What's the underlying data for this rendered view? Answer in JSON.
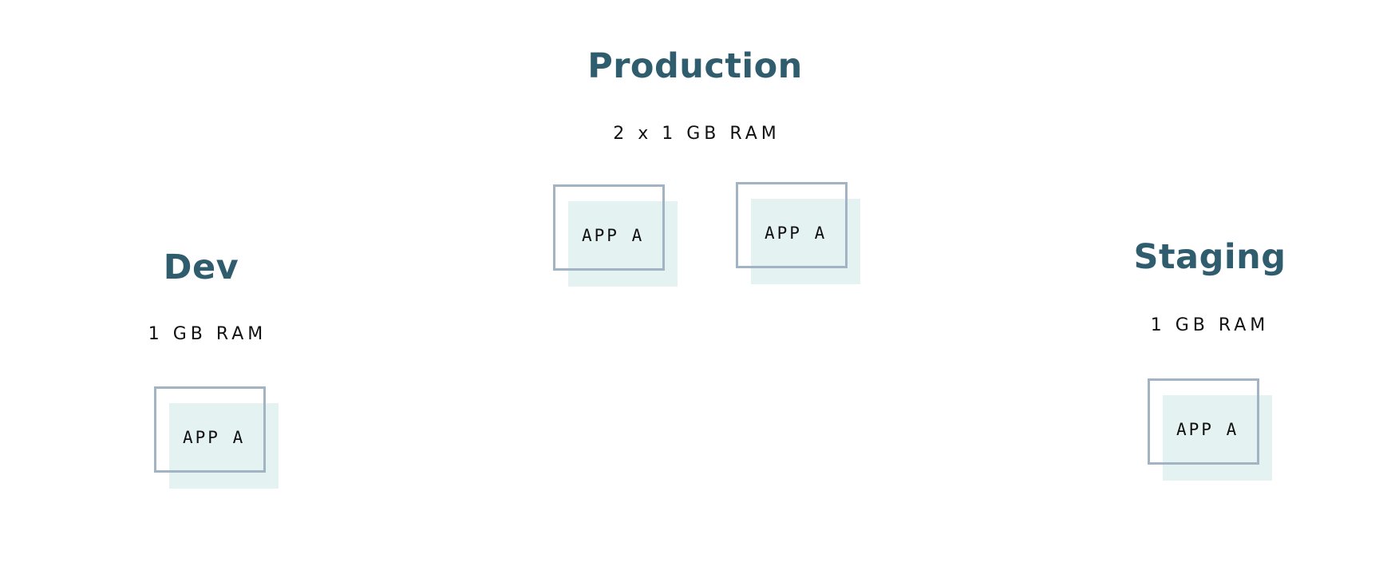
{
  "environments": {
    "production": {
      "title": "Production",
      "ram": "2 x 1 GB RAM",
      "apps": [
        "APP A",
        "APP A"
      ]
    },
    "dev": {
      "title": "Dev",
      "ram": "1 GB RAM",
      "apps": [
        "APP A"
      ]
    },
    "staging": {
      "title": "Staging",
      "ram": "1 GB RAM",
      "apps": [
        "APP A"
      ]
    }
  },
  "colors": {
    "title": "#2f5d6e",
    "app_frame": "#a2b3c4",
    "app_fill": "#e4f2f1",
    "text": "#111111"
  }
}
